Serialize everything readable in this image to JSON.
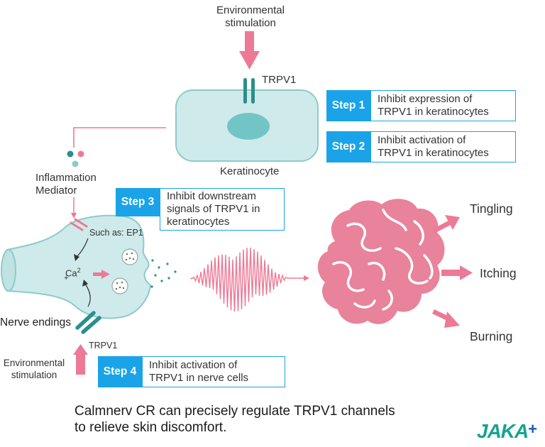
{
  "top_stimulus": {
    "line1": "Environmental",
    "line2": "stimulation"
  },
  "trpv1_top": "TRPV1",
  "keratinocyte_label": "Keratinocyte",
  "inflammation": {
    "line1": "Inflammation",
    "line2": "Mediator"
  },
  "receptor_label": "Such as: EP1",
  "calcium": {
    "symbol": "Ca",
    "sup": "2",
    "sub": "+"
  },
  "nerve_endings": "Nerve endings",
  "trpv1_bottom": "TRPV1",
  "bottom_stimulus": {
    "line1": "Environmental",
    "line2": "stimulation"
  },
  "steps": [
    {
      "badge": "Step 1",
      "line1": "Inhibit expression of",
      "line2": "TRPV1 in keratinocytes"
    },
    {
      "badge": "Step 2",
      "line1": "Inhibit activation of",
      "line2": "TRPV1 in keratinocytes"
    },
    {
      "badge": "Step 3",
      "line1": "Inhibit downstream",
      "line2": "signals of TRPV1 in",
      "line3": "keratinocytes"
    },
    {
      "badge": "Step 4",
      "line1": "Inhibit activation of",
      "line2": "TRPV1 in nerve cells"
    }
  ],
  "effects": [
    "Tingling",
    "Itching",
    "Burning"
  ],
  "footer": {
    "line1": "Calmnerv CR can precisely regulate TRPV1 channels",
    "line2": "to relieve skin discomfort."
  },
  "logo": {
    "text": "JAKA",
    "plus": "+"
  },
  "colors": {
    "pink": "#ec7a96",
    "cell_fill": "#cfeaea",
    "cell_stroke": "#8fcaca",
    "teal": "#2a8f8d",
    "step_blue": "#1aa3e8",
    "brain": "#e9829b"
  }
}
